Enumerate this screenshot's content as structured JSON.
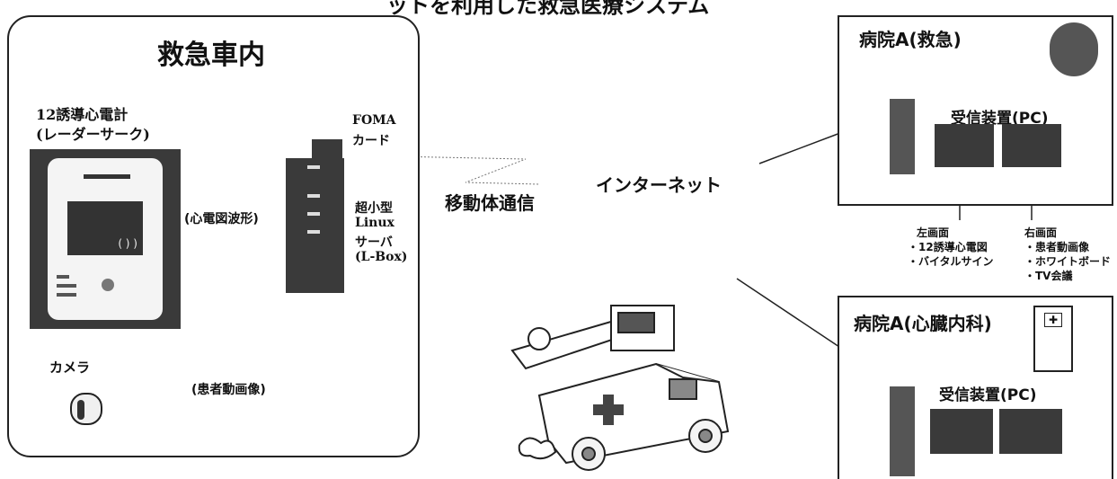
{
  "top_caption": "ットを利用した救急医療システム",
  "ambulance_panel": {
    "title": "救急車内",
    "ecg_label_1": "12誘導心電計",
    "ecg_label_2": "(レーダーサーク)",
    "ecg_wave_label": "(心電図波形)",
    "foma_label_1": "FOMA",
    "foma_label_2": "カード",
    "server_label_1": "超小型",
    "server_label_2": "Linux",
    "server_label_3": "サーバ",
    "server_label_4": "(L-Box)",
    "camera_label": "カメラ",
    "patient_video_label": "(患者動画像)"
  },
  "network": {
    "mobile_label": "移動体通信",
    "internet_label": "インターネット"
  },
  "hospital_emergency": {
    "title": "病院A(救急)",
    "receiver_label": "受信装置(PC)",
    "left_screen_title": "左画面",
    "left_screen_items": [
      "・12誘導心電図",
      "・バイタルサイン"
    ],
    "right_screen_title": "右画面",
    "right_screen_items": [
      "・患者動画像",
      "・ホワイトボード",
      "・TV会議"
    ]
  },
  "hospital_cardiology": {
    "title": "病院A(心臓内科)",
    "receiver_label": "受信装置(PC)"
  },
  "colors": {
    "line": "#222222",
    "device_dark": "#3a3a3a",
    "ambulance_cross": "#444444"
  }
}
